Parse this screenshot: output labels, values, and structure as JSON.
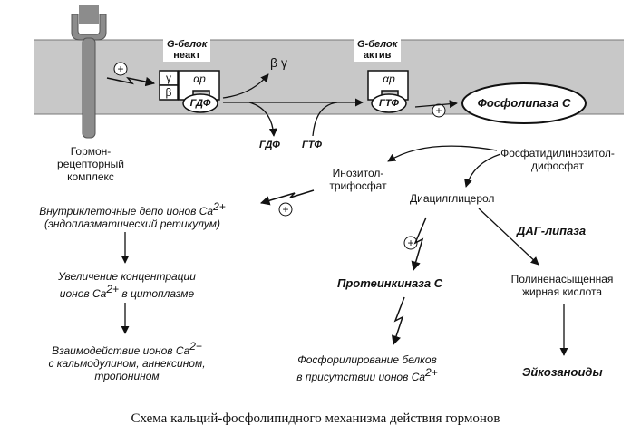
{
  "g_protein_inactive": {
    "title": "G-белок",
    "state": "неакт"
  },
  "g_protein_active": {
    "title": "G-белок",
    "state": "актив"
  },
  "subunit_labels": {
    "gamma": "γ",
    "beta": "β",
    "alpha": "αр",
    "beta_gamma": "β γ"
  },
  "gdp_label": "ГДФ",
  "gtp_label": "ГТФ",
  "free_gdp": "ГДФ",
  "free_gtp": "ГТФ",
  "receptor_label": [
    "Гормон-",
    "рецепторный",
    "комплекс"
  ],
  "plus_sign": "+",
  "phospholipase": "Фосфолипаза С",
  "pip2": [
    "Фосфатидилинозитол-",
    "дифосфат"
  ],
  "ip3": [
    "Инозитол-",
    "трифосфат"
  ],
  "dag": "Диацилглицерол",
  "calcium_depot": [
    "Внутриклеточные депо ионов Ca",
    "2+",
    "(эндоплазматический ретикулум)"
  ],
  "calcium_increase": [
    "Увеличение концентрации",
    "ионов Ca",
    "2+",
    " в цитоплазме"
  ],
  "calcium_interaction": [
    "Взаимодействие ионов Ca",
    "2+",
    "с кальмодулином, аннексином,",
    "тропонином"
  ],
  "pkc": "Протеинкиназа С",
  "phosphorylation": [
    "Фосфорилирование белков",
    "в присутствии ионов Ca",
    "2+"
  ],
  "dag_lipase": "ДАГ-липаза",
  "pufa": [
    "Полиненасыщенная",
    "жирная кислота"
  ],
  "eicosanoids": "Эйкозаноиды",
  "caption": "Схема кальций-фосфолипидного механизма действия гормонов",
  "colors": {
    "membrane": "#c8c8c8",
    "receptor": "#8c8c8c",
    "ink": "#111111"
  }
}
